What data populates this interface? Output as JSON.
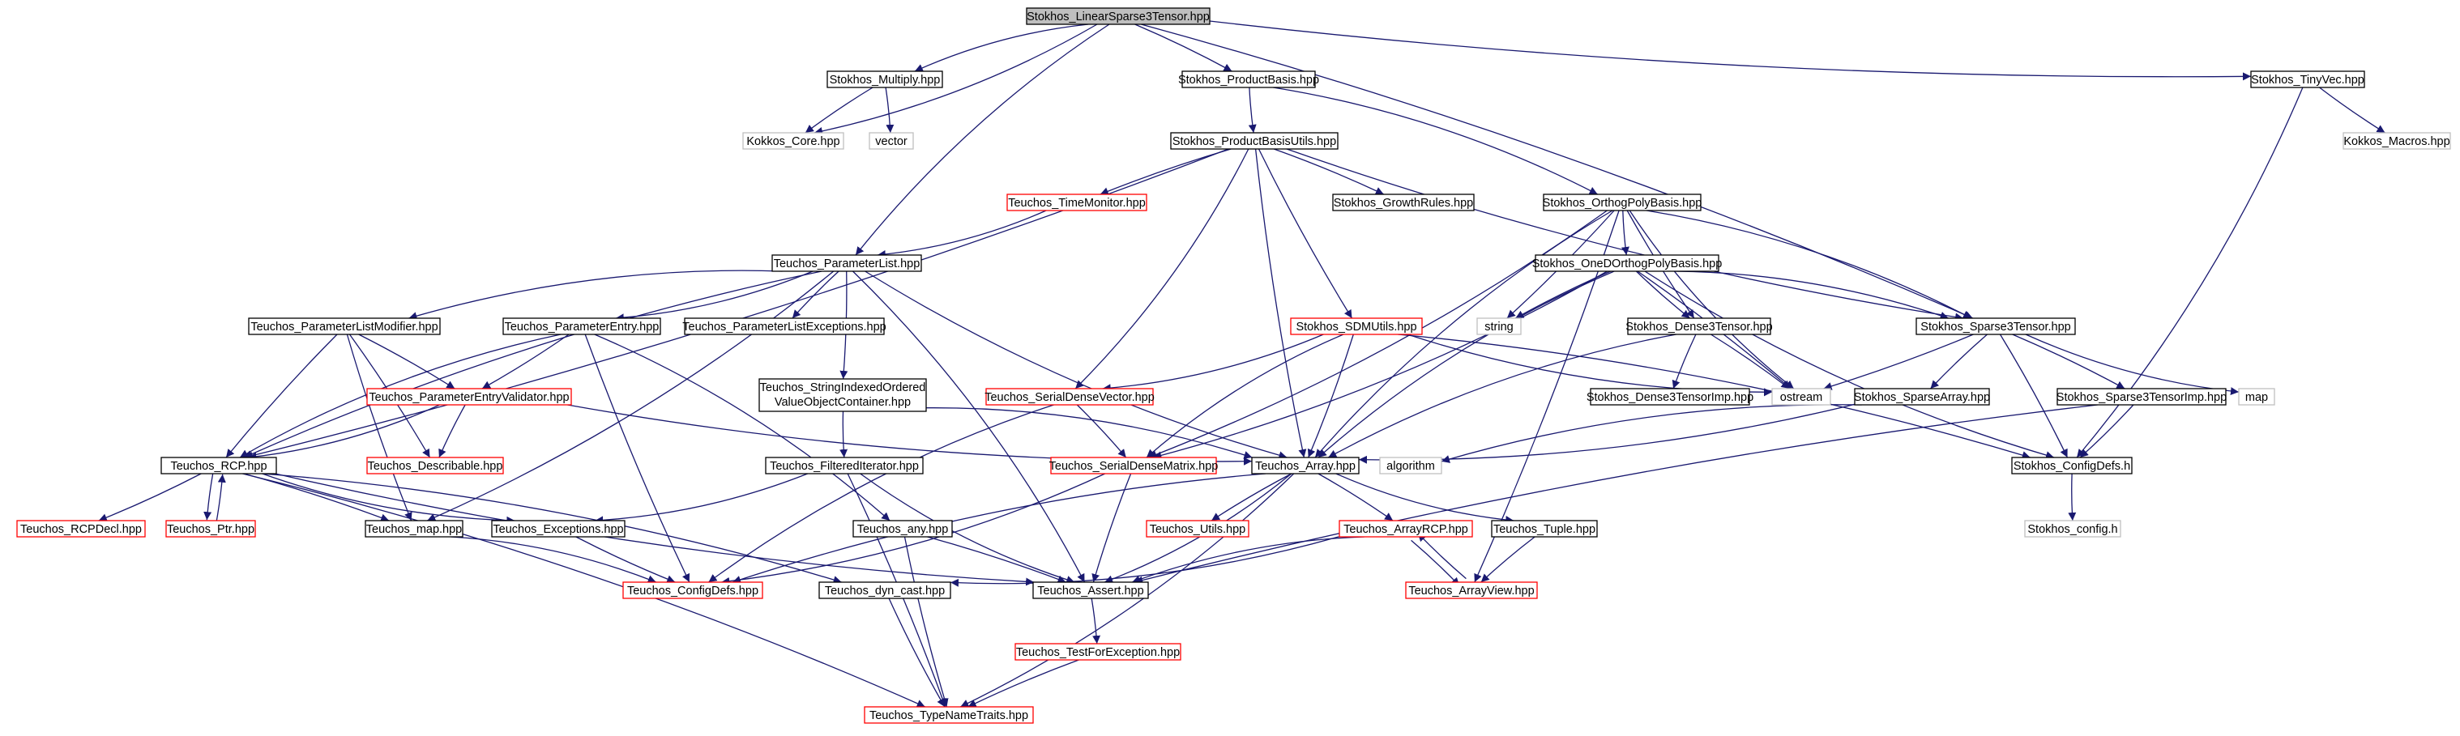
{
  "colors": {
    "edge": "#191970",
    "normal_border": "#000000",
    "undocumented_border": "#ff0000",
    "external_border": "#bfbfbf",
    "root_fill": "#bfbfbf",
    "fill": "#ffffff"
  },
  "nodes": [
    {
      "id": "root",
      "label": "Stokhos_LinearSparse3Tensor.hpp",
      "kind": "root"
    },
    {
      "id": "multiply",
      "label": "Stokhos_Multiply.hpp",
      "kind": "normal"
    },
    {
      "id": "prodbasis",
      "label": "Stokhos_ProductBasis.hpp",
      "kind": "normal"
    },
    {
      "id": "tinyvec",
      "label": "Stokhos_TinyVec.hpp",
      "kind": "normal"
    },
    {
      "id": "kokkoscore",
      "label": "Kokkos_Core.hpp",
      "kind": "external"
    },
    {
      "id": "vector",
      "label": "vector",
      "kind": "external"
    },
    {
      "id": "pbutils",
      "label": "Stokhos_ProductBasisUtils.hpp",
      "kind": "normal"
    },
    {
      "id": "kokkosmacros",
      "label": "Kokkos_Macros.hpp",
      "kind": "external"
    },
    {
      "id": "timemonitor",
      "label": "Teuchos_TimeMonitor.hpp",
      "kind": "red"
    },
    {
      "id": "growthrules",
      "label": "Stokhos_GrowthRules.hpp",
      "kind": "normal"
    },
    {
      "id": "orthopoly",
      "label": "Stokhos_OrthogPolyBasis.hpp",
      "kind": "normal"
    },
    {
      "id": "paramlist",
      "label": "Teuchos_ParameterList.hpp",
      "kind": "normal"
    },
    {
      "id": "onedortho",
      "label": "Stokhos_OneDOrthogPolyBasis.hpp",
      "kind": "normal"
    },
    {
      "id": "plmodifier",
      "label": "Teuchos_ParameterListModifier.hpp",
      "kind": "normal"
    },
    {
      "id": "paramentry",
      "label": "Teuchos_ParameterEntry.hpp",
      "kind": "normal"
    },
    {
      "id": "plexceptions",
      "label": "Teuchos_ParameterListExceptions.hpp",
      "kind": "normal"
    },
    {
      "id": "sdmutils",
      "label": "Stokhos_SDMUtils.hpp",
      "kind": "red"
    },
    {
      "id": "string",
      "label": "string",
      "kind": "external"
    },
    {
      "id": "dense3",
      "label": "Stokhos_Dense3Tensor.hpp",
      "kind": "normal"
    },
    {
      "id": "sparse3",
      "label": "Stokhos_Sparse3Tensor.hpp",
      "kind": "normal"
    },
    {
      "id": "sio",
      "label": "Teuchos_StringIndexedOrdered",
      "label2": "ValueObjectContainer.hpp",
      "kind": "normal"
    },
    {
      "id": "pevalidator",
      "label": "Teuchos_ParameterEntryValidator.hpp",
      "kind": "red"
    },
    {
      "id": "sdvector",
      "label": "Teuchos_SerialDenseVector.hpp",
      "kind": "red"
    },
    {
      "id": "ostream",
      "label": "ostream",
      "kind": "external"
    },
    {
      "id": "dense3imp",
      "label": "Stokhos_Dense3TensorImp.hpp",
      "kind": "normal"
    },
    {
      "id": "sparsearray",
      "label": "Stokhos_SparseArray.hpp",
      "kind": "normal"
    },
    {
      "id": "sparse3imp",
      "label": "Stokhos_Sparse3TensorImp.hpp",
      "kind": "normal"
    },
    {
      "id": "map",
      "label": "map",
      "kind": "external"
    },
    {
      "id": "rcp",
      "label": "Teuchos_RCP.hpp",
      "kind": "normal"
    },
    {
      "id": "describable",
      "label": "Teuchos_Describable.hpp",
      "kind": "red"
    },
    {
      "id": "filterediter",
      "label": "Teuchos_FilteredIterator.hpp",
      "kind": "normal"
    },
    {
      "id": "sdmatrix",
      "label": "Teuchos_SerialDenseMatrix.hpp",
      "kind": "red"
    },
    {
      "id": "array",
      "label": "Teuchos_Array.hpp",
      "kind": "normal"
    },
    {
      "id": "algorithm",
      "label": "algorithm",
      "kind": "external"
    },
    {
      "id": "configdefs_s",
      "label": "Stokhos_ConfigDefs.h",
      "kind": "normal"
    },
    {
      "id": "rcpdecl",
      "label": "Teuchos_RCPDecl.hpp",
      "kind": "red"
    },
    {
      "id": "ptr",
      "label": "Teuchos_Ptr.hpp",
      "kind": "red"
    },
    {
      "id": "tmap",
      "label": "Teuchos_map.hpp",
      "kind": "normal"
    },
    {
      "id": "exceptions",
      "label": "Teuchos_Exceptions.hpp",
      "kind": "normal"
    },
    {
      "id": "any",
      "label": "Teuchos_any.hpp",
      "kind": "normal"
    },
    {
      "id": "utils",
      "label": "Teuchos_Utils.hpp",
      "kind": "red"
    },
    {
      "id": "arrayrcp",
      "label": "Teuchos_ArrayRCP.hpp",
      "kind": "red"
    },
    {
      "id": "tuple",
      "label": "Teuchos_Tuple.hpp",
      "kind": "normal"
    },
    {
      "id": "stokhosconfig",
      "label": "Stokhos_config.h",
      "kind": "external"
    },
    {
      "id": "tconfigdefs",
      "label": "Teuchos_ConfigDefs.hpp",
      "kind": "red"
    },
    {
      "id": "dyncast",
      "label": "Teuchos_dyn_cast.hpp",
      "kind": "normal"
    },
    {
      "id": "assert",
      "label": "Teuchos_Assert.hpp",
      "kind": "normal"
    },
    {
      "id": "arrayview",
      "label": "Teuchos_ArrayView.hpp",
      "kind": "red"
    },
    {
      "id": "testforexc",
      "label": "Teuchos_TestForException.hpp",
      "kind": "red"
    },
    {
      "id": "typenametraits",
      "label": "Teuchos_TypeNameTraits.hpp",
      "kind": "red"
    }
  ],
  "edges": [
    [
      "root",
      "multiply"
    ],
    [
      "root",
      "prodbasis"
    ],
    [
      "root",
      "tinyvec"
    ],
    [
      "root",
      "kokkoscore"
    ],
    [
      "root",
      "paramlist"
    ],
    [
      "root",
      "sparse3"
    ],
    [
      "multiply",
      "kokkoscore"
    ],
    [
      "multiply",
      "vector"
    ],
    [
      "prodbasis",
      "pbutils"
    ],
    [
      "prodbasis",
      "orthopoly"
    ],
    [
      "tinyvec",
      "kokkosmacros"
    ],
    [
      "tinyvec",
      "configdefs_s"
    ],
    [
      "pbutils",
      "timemonitor"
    ],
    [
      "pbutils",
      "growthrules"
    ],
    [
      "pbutils",
      "sdmutils"
    ],
    [
      "pbutils",
      "sdvector"
    ],
    [
      "pbutils",
      "array"
    ],
    [
      "pbutils",
      "rcp"
    ],
    [
      "pbutils",
      "sparse3"
    ],
    [
      "timemonitor",
      "paramlist"
    ],
    [
      "orthopoly",
      "onedortho"
    ],
    [
      "orthopoly",
      "string"
    ],
    [
      "orthopoly",
      "dense3"
    ],
    [
      "orthopoly",
      "sparse3"
    ],
    [
      "orthopoly",
      "ostream"
    ],
    [
      "orthopoly",
      "sdmatrix"
    ],
    [
      "orthopoly",
      "array"
    ],
    [
      "orthopoly",
      "arrayview"
    ],
    [
      "paramlist",
      "plmodifier"
    ],
    [
      "paramlist",
      "paramentry"
    ],
    [
      "paramlist",
      "plexceptions"
    ],
    [
      "paramlist",
      "sio"
    ],
    [
      "paramlist",
      "rcp"
    ],
    [
      "paramlist",
      "tmap"
    ],
    [
      "paramlist",
      "array"
    ],
    [
      "paramlist",
      "assert"
    ],
    [
      "onedortho",
      "string"
    ],
    [
      "onedortho",
      "ostream"
    ],
    [
      "onedortho",
      "dense3"
    ],
    [
      "onedortho",
      "sparse3"
    ],
    [
      "onedortho",
      "array"
    ],
    [
      "onedortho",
      "sdmatrix"
    ],
    [
      "onedortho",
      "configdefs_s"
    ],
    [
      "plmodifier",
      "pevalidator"
    ],
    [
      "plmodifier",
      "rcp"
    ],
    [
      "plmodifier",
      "describable"
    ],
    [
      "plmodifier",
      "tmap"
    ],
    [
      "paramentry",
      "pevalidator"
    ],
    [
      "paramentry",
      "rcp"
    ],
    [
      "paramentry",
      "any"
    ],
    [
      "paramentry",
      "tconfigdefs"
    ],
    [
      "sdmutils",
      "sdvector"
    ],
    [
      "sdmutils",
      "sdmatrix"
    ],
    [
      "sdmutils",
      "array"
    ],
    [
      "sdmutils",
      "ostream"
    ],
    [
      "sdmutils",
      "configdefs_s"
    ],
    [
      "dense3",
      "dense3imp"
    ],
    [
      "dense3",
      "ostream"
    ],
    [
      "dense3",
      "array"
    ],
    [
      "sparse3",
      "ostream"
    ],
    [
      "sparse3",
      "sparsearray"
    ],
    [
      "sparse3",
      "sparse3imp"
    ],
    [
      "sparse3",
      "map"
    ],
    [
      "sparse3",
      "configdefs_s"
    ],
    [
      "sio",
      "filterediter"
    ],
    [
      "sio",
      "array"
    ],
    [
      "pevalidator",
      "describable"
    ],
    [
      "pevalidator",
      "rcp"
    ],
    [
      "pevalidator",
      "array"
    ],
    [
      "sdvector",
      "sdmatrix"
    ],
    [
      "sdvector",
      "tconfigdefs"
    ],
    [
      "sparsearray",
      "array"
    ],
    [
      "sparsearray",
      "algorithm"
    ],
    [
      "sparse3imp",
      "configdefs_s"
    ],
    [
      "sparse3imp",
      "assert"
    ],
    [
      "rcp",
      "rcpdecl"
    ],
    [
      "rcp",
      "ptr"
    ],
    [
      "rcp",
      "tmap"
    ],
    [
      "rcp",
      "exceptions"
    ],
    [
      "rcp",
      "dyncast"
    ],
    [
      "rcp",
      "assert"
    ],
    [
      "rcp",
      "typenametraits"
    ],
    [
      "ptr",
      "rcp"
    ],
    [
      "filterediter",
      "exceptions"
    ],
    [
      "filterediter",
      "assert"
    ],
    [
      "filterediter",
      "typenametraits"
    ],
    [
      "sdmatrix",
      "assert"
    ],
    [
      "sdmatrix",
      "tconfigdefs"
    ],
    [
      "array",
      "utils"
    ],
    [
      "array",
      "arrayrcp"
    ],
    [
      "array",
      "tuple"
    ],
    [
      "array",
      "assert"
    ],
    [
      "array",
      "tconfigdefs"
    ],
    [
      "array",
      "typenametraits"
    ],
    [
      "configdefs_s",
      "stokhosconfig"
    ],
    [
      "tmap",
      "tconfigdefs"
    ],
    [
      "exceptions",
      "tconfigdefs"
    ],
    [
      "any",
      "assert"
    ],
    [
      "any",
      "typenametraits"
    ],
    [
      "arrayrcp",
      "arrayview"
    ],
    [
      "arrayrcp",
      "assert"
    ],
    [
      "arrayrcp",
      "dyncast"
    ],
    [
      "tuple",
      "arrayview"
    ],
    [
      "arrayview",
      "arrayrcp"
    ],
    [
      "dyncast",
      "typenametraits"
    ],
    [
      "assert",
      "testforexc"
    ],
    [
      "testforexc",
      "typenametraits"
    ]
  ]
}
